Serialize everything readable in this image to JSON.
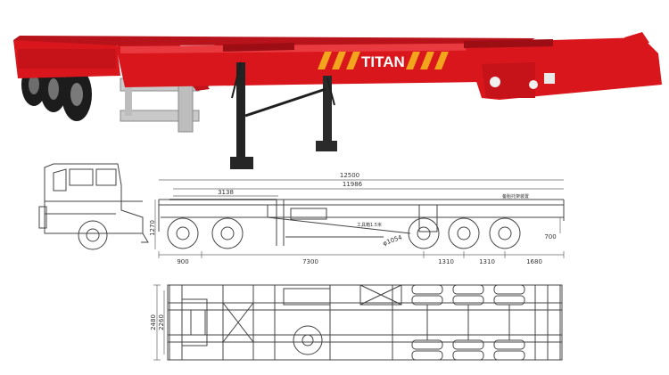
{
  "photo": {
    "brand_text": "TITAN",
    "colors": {
      "body": "#d8161c",
      "body_dark": "#8e0a10",
      "tire": "#1c1c1c",
      "guard": "#c9c9c9",
      "green": "#2f8a3a"
    }
  },
  "side_view": {
    "dims": {
      "overall_length": "12500",
      "frame_length": "11986",
      "front_section": "3138",
      "kingpin_offset": "900",
      "axle_spread": "7300",
      "axle_spacing_1": "1310",
      "axle_spacing_2": "1310",
      "rear_overhang": "1680",
      "deck_height": "1270",
      "rear_height": "700",
      "wheel_diameter": "φ1054"
    },
    "notes": {
      "toolbox": "工具箱1.5米",
      "spare_wheel_carrier": "备胎托架装置"
    }
  },
  "top_view": {
    "dims": {
      "overall_width": "2480",
      "frame_width": "2260"
    }
  }
}
